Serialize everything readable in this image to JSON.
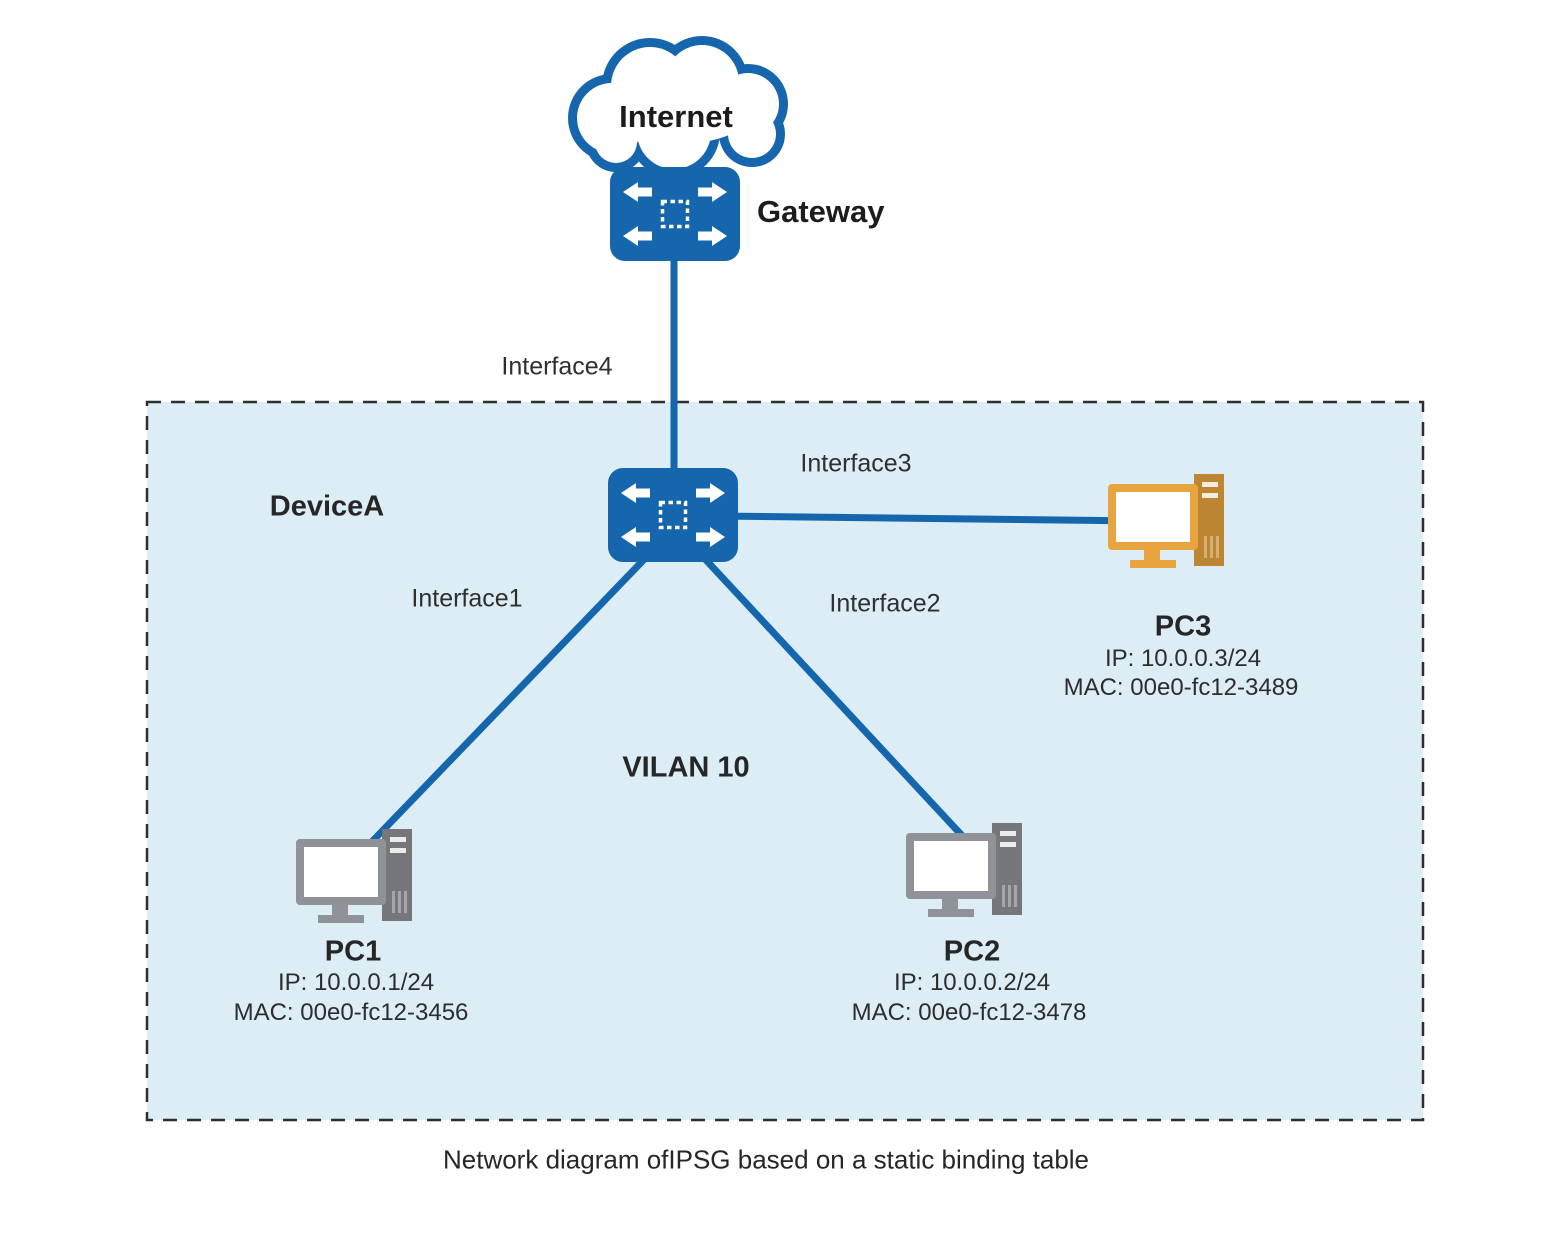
{
  "colors": {
    "line": "#1566ad",
    "vlan_bg": "#dcedf5",
    "vlan_border": "#2f2f2f",
    "pc_gray": "#8f9296",
    "pc_orange": "#e8a43e",
    "text": "#262626"
  },
  "icons": {
    "internet": "cloud-icon",
    "gateway": "switch-icon",
    "device_a": "switch-icon",
    "pc": "desktop-pc-icon"
  },
  "nodes": {
    "internet": {
      "label": "Internet"
    },
    "gateway": {
      "label": "Gateway"
    },
    "device_a": {
      "label": "DeviceA"
    },
    "vlan": {
      "label": "VILAN 10"
    },
    "pc1": {
      "name": "PC1",
      "ip": "IP: 10.0.0.1/24",
      "mac": "MAC: 00e0-fc12-3456"
    },
    "pc2": {
      "name": "PC2",
      "ip": "IP: 10.0.0.2/24",
      "mac": "MAC: 00e0-fc12-3478"
    },
    "pc3": {
      "name": "PC3",
      "ip": "IP: 10.0.0.3/24",
      "mac": "MAC: 00e0-fc12-3489"
    }
  },
  "interfaces": {
    "if1": {
      "label": "Interface1"
    },
    "if2": {
      "label": "Interface2"
    },
    "if3": {
      "label": "Interface3"
    },
    "if4": {
      "label": "Interface4"
    }
  },
  "caption": "Network diagram ofIPSG based on a static binding table"
}
